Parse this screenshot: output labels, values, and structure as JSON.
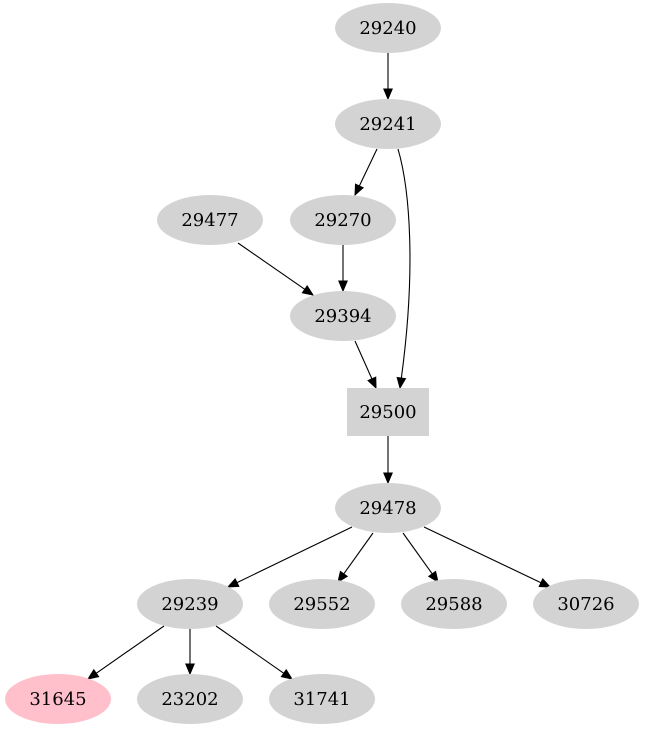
{
  "graph": {
    "colors": {
      "node_default": "#d3d3d3",
      "node_highlight": "#ffc0cb",
      "edge": "#000000"
    },
    "nodes": [
      {
        "id": "n29240",
        "label": "29240",
        "shape": "ellipse",
        "fill": "#d3d3d3"
      },
      {
        "id": "n29241",
        "label": "29241",
        "shape": "ellipse",
        "fill": "#d3d3d3"
      },
      {
        "id": "n29477",
        "label": "29477",
        "shape": "ellipse",
        "fill": "#d3d3d3"
      },
      {
        "id": "n29270",
        "label": "29270",
        "shape": "ellipse",
        "fill": "#d3d3d3"
      },
      {
        "id": "n29394",
        "label": "29394",
        "shape": "ellipse",
        "fill": "#d3d3d3"
      },
      {
        "id": "n29500",
        "label": "29500",
        "shape": "box",
        "fill": "#d3d3d3"
      },
      {
        "id": "n29478",
        "label": "29478",
        "shape": "ellipse",
        "fill": "#d3d3d3"
      },
      {
        "id": "n29239",
        "label": "29239",
        "shape": "ellipse",
        "fill": "#d3d3d3"
      },
      {
        "id": "n29552",
        "label": "29552",
        "shape": "ellipse",
        "fill": "#d3d3d3"
      },
      {
        "id": "n29588",
        "label": "29588",
        "shape": "ellipse",
        "fill": "#d3d3d3"
      },
      {
        "id": "n30726",
        "label": "30726",
        "shape": "ellipse",
        "fill": "#d3d3d3"
      },
      {
        "id": "n31645",
        "label": "31645",
        "shape": "ellipse",
        "fill": "#ffc0cb"
      },
      {
        "id": "n23202",
        "label": "23202",
        "shape": "ellipse",
        "fill": "#d3d3d3"
      },
      {
        "id": "n31741",
        "label": "31741",
        "shape": "ellipse",
        "fill": "#d3d3d3"
      }
    ],
    "edges": [
      {
        "from": "29240",
        "to": "29241"
      },
      {
        "from": "29241",
        "to": "29270"
      },
      {
        "from": "29241",
        "to": "29500"
      },
      {
        "from": "29477",
        "to": "29394"
      },
      {
        "from": "29270",
        "to": "29394"
      },
      {
        "from": "29394",
        "to": "29500"
      },
      {
        "from": "29500",
        "to": "29478"
      },
      {
        "from": "29478",
        "to": "29239"
      },
      {
        "from": "29478",
        "to": "29552"
      },
      {
        "from": "29478",
        "to": "29588"
      },
      {
        "from": "29478",
        "to": "30726"
      },
      {
        "from": "29239",
        "to": "31645"
      },
      {
        "from": "29239",
        "to": "23202"
      },
      {
        "from": "29239",
        "to": "31741"
      }
    ]
  }
}
